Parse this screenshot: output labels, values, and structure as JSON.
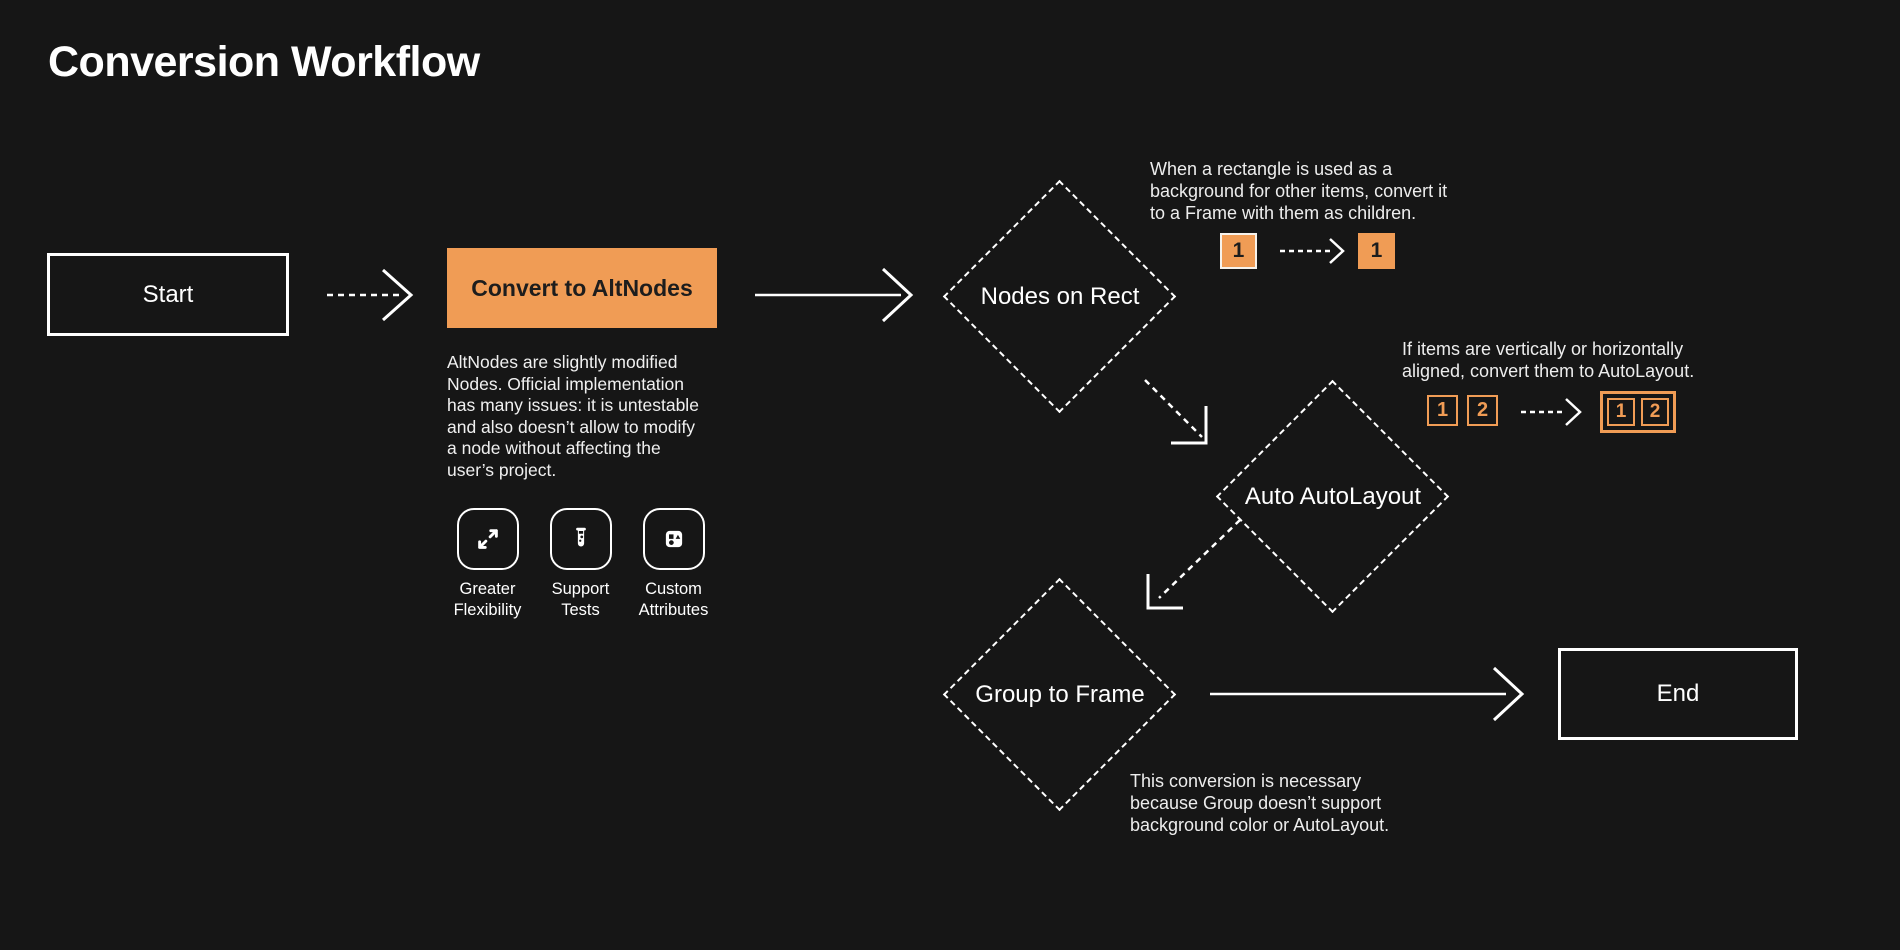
{
  "title": "Conversion Workflow",
  "colors": {
    "background": "#161616",
    "accent_orange": "#F09C55",
    "line_white": "#FFFFFF",
    "dark_text": "#1D1D1D"
  },
  "flow": {
    "start": {
      "label": "Start"
    },
    "convert": {
      "label": "Convert to AltNodes",
      "description": "AltNodes are slightly modified Nodes. Official implementation has many issues: it is untestable and also doesn’t allow to modify a node without affecting the user’s project."
    },
    "features": [
      {
        "icon": "expand-arrows-icon",
        "label": "Greater Flexibility"
      },
      {
        "icon": "test-tube-icon",
        "label": "Support Tests"
      },
      {
        "icon": "shapes-icon",
        "label": "Custom Attributes"
      }
    ],
    "nodes_on_rect": {
      "label": "Nodes on Rect",
      "note": "When a rectangle is used as a background for other items, convert it to a Frame with them as children.",
      "example": {
        "before": "1",
        "after": "1"
      }
    },
    "auto_autolayout": {
      "label": "Auto AutoLayout",
      "note": "If items are vertically or horizontally aligned, convert them to AutoLayout.",
      "example": {
        "items": [
          "1",
          "2"
        ]
      }
    },
    "group_to_frame": {
      "label": "Group to Frame",
      "note": "This conversion is necessary because Group doesn’t support background color or AutoLayout."
    },
    "end": {
      "label": "End"
    }
  }
}
